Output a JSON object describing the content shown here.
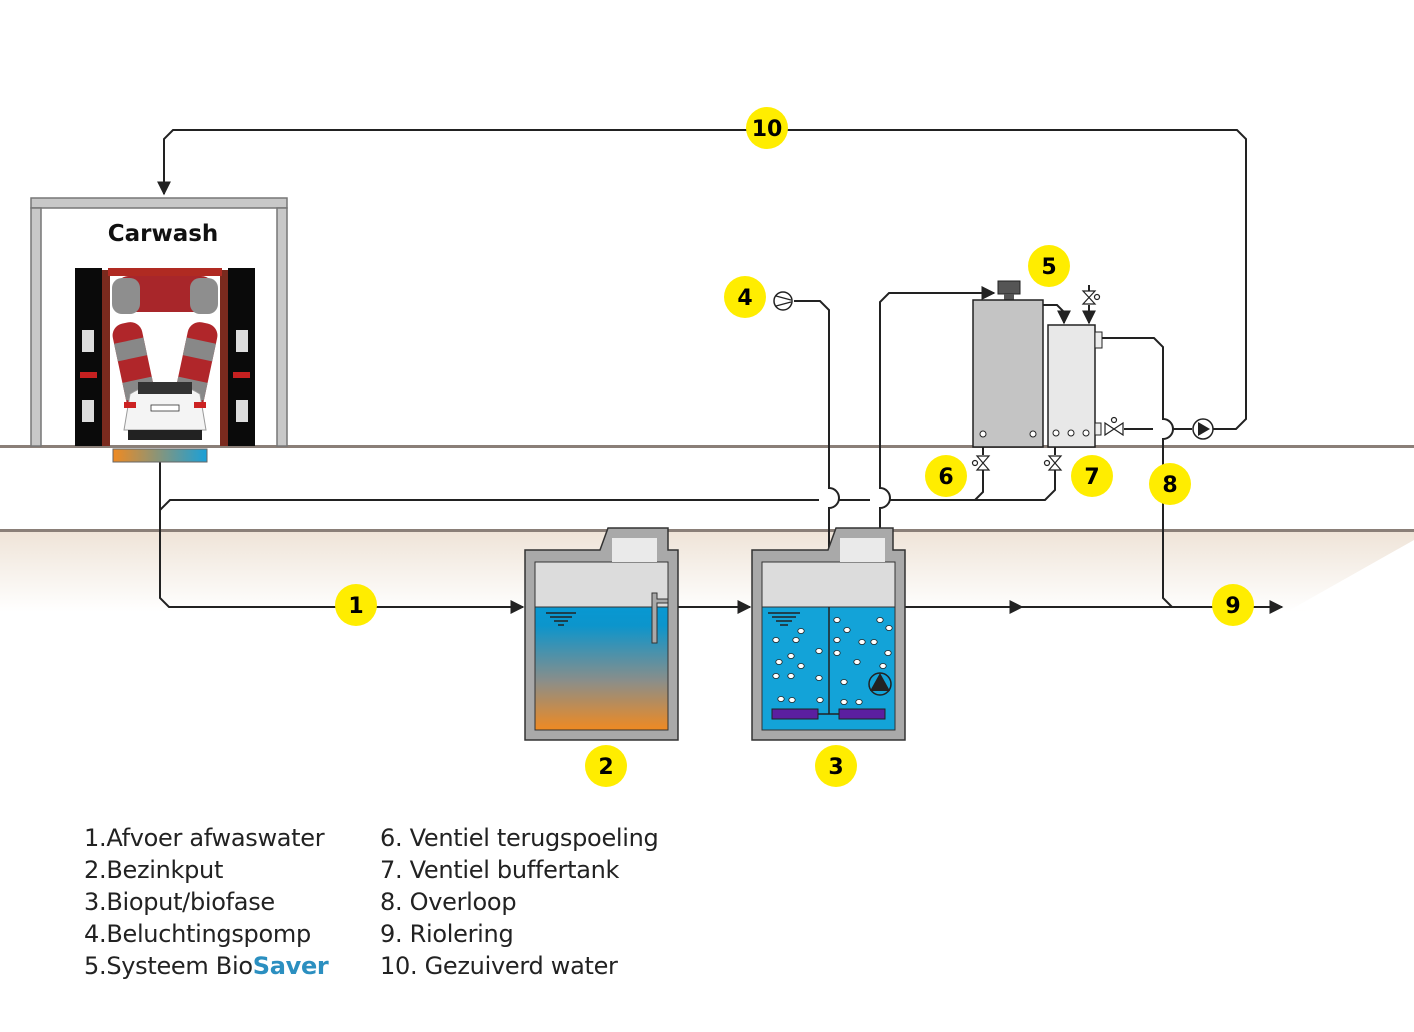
{
  "title": "Carwash",
  "colors": {
    "marker_yellow": "#ffed00",
    "water_blue": "#13a3d8",
    "sludge_orange": "#e8862a",
    "diffuser_purple": "#5b1fa0",
    "tank_gray": "#a9a9a9",
    "brand_blue": "#2b8fc0"
  },
  "markers": [
    "1",
    "2",
    "3",
    "4",
    "5",
    "6",
    "7",
    "8",
    "9",
    "10"
  ],
  "legend": {
    "left": [
      {
        "num": "1.",
        "text": "Afvoer afwaswater"
      },
      {
        "num": "2.",
        "text": "Bezinkput"
      },
      {
        "num": "3.",
        "text": "Bioput/biofase"
      },
      {
        "num": "4.",
        "text": "Beluchtingspomp"
      },
      {
        "num": "5.",
        "text": "Systeem Bio",
        "highlight": "Saver"
      }
    ],
    "right": [
      {
        "num": "6.",
        "text": "Ventiel terugspoeling"
      },
      {
        "num": "7.",
        "text": "Ventiel buffertank"
      },
      {
        "num": "8.",
        "text": "Overloop"
      },
      {
        "num": "9.",
        "text": "Riolering"
      },
      {
        "num": "10.",
        "text": "Gezuiverd water"
      }
    ]
  },
  "icons": [
    "carwash-photo",
    "settling-tank",
    "bio-tank",
    "aeration-pump-icon",
    "circulation-pump-icon",
    "valve-icon",
    "biosaver-unit",
    "buffer-tank"
  ]
}
